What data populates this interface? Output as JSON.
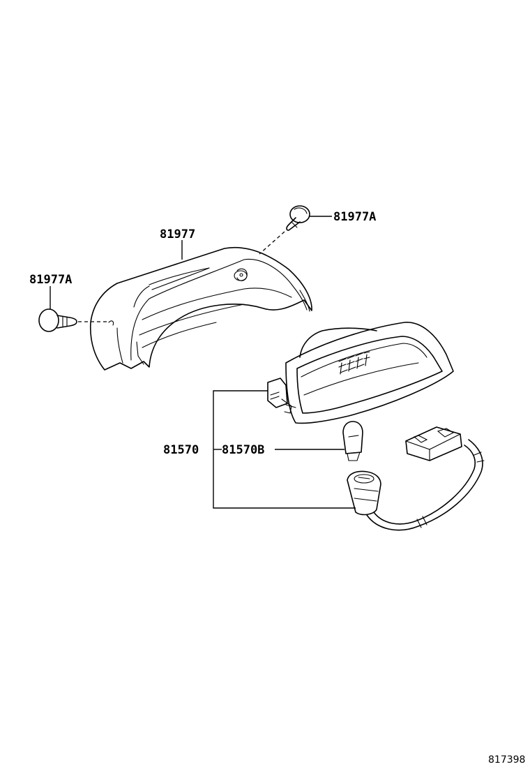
{
  "callouts": {
    "cover": "81977",
    "clip_left": "81977A",
    "clip_right": "81977A",
    "lamp_assy": "81570",
    "bulb": "81570B"
  },
  "diagram_id": "817398"
}
